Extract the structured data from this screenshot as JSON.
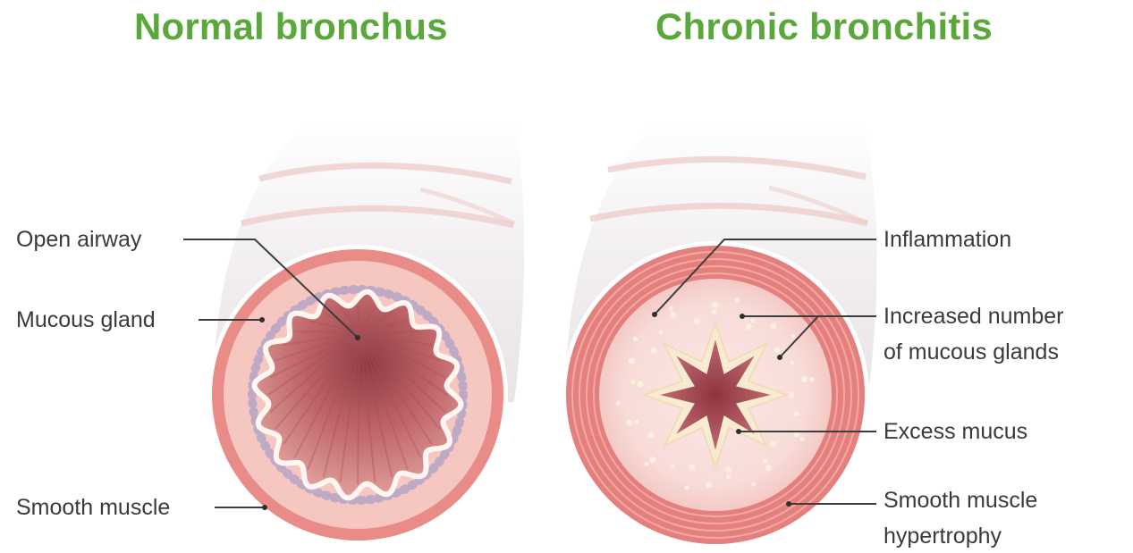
{
  "titles": {
    "left": "Normal bronchus",
    "right": "Chronic bronchitis"
  },
  "labels": {
    "left": {
      "open_airway": "Open airway",
      "mucous_gland": "Mucous gland",
      "smooth_muscle": "Smooth muscle"
    },
    "right": {
      "inflammation": "Inflammation",
      "increased_glands_line1": "Increased number",
      "increased_glands_line2": "of mucous glands",
      "excess_mucus": "Excess mucus",
      "hypertrophy_line1": "Smooth muscle",
      "hypertrophy_line2": "hypertrophy"
    }
  },
  "colors": {
    "title": "#5aa83c",
    "label_text": "#3a3a3a",
    "tube_wall": "#f1eeef",
    "muscle": "#e98b87",
    "mucosa": "#f6c7c1",
    "lumen": "#b55a5e",
    "mucus": "#f7ecd3"
  }
}
